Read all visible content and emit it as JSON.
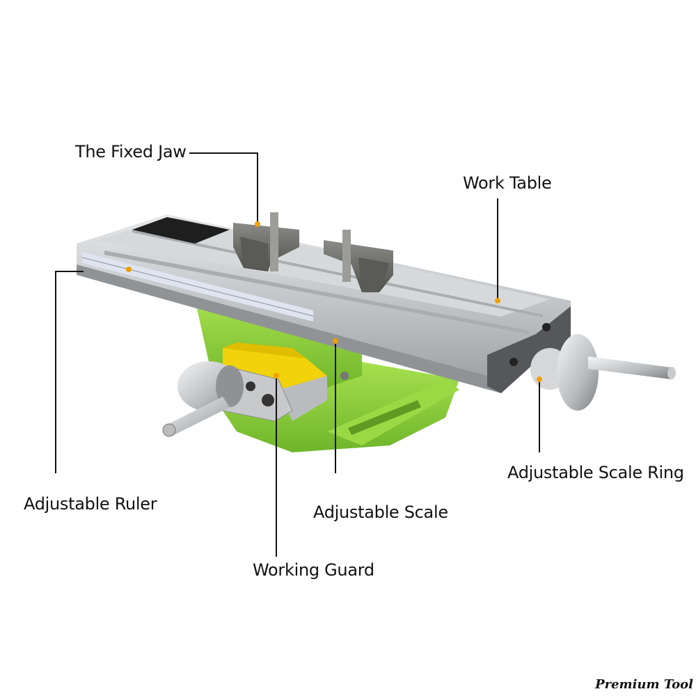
{
  "callouts": {
    "fixed_jaw": "The Fixed Jaw",
    "work_table": "Work Table",
    "adjustable_ruler": "Adjustable Ruler",
    "adjustable_scale": "Adjustable Scale",
    "adjustable_scale_ring": "Adjustable Scale Ring",
    "working_guard": "Working Guard"
  },
  "watermark": "Premium Tool",
  "colors": {
    "base_green": "#8cd03a",
    "aluminum": "#c9ccce",
    "guard_yellow": "#f2d20a",
    "jaw_steel": "#6b6b68",
    "marker_dot": "#f0a000",
    "leader_line": "#111111"
  }
}
